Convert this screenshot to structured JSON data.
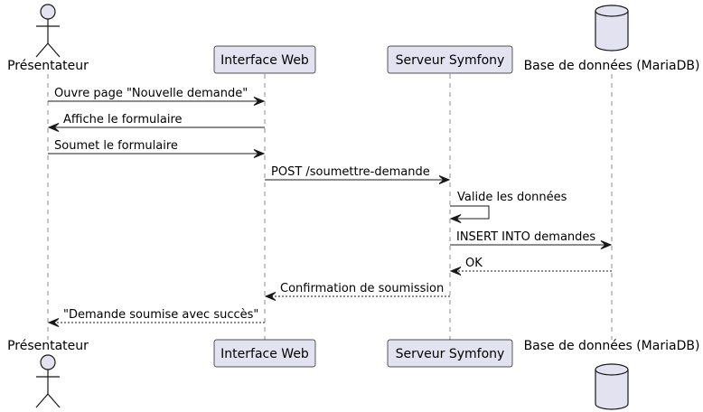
{
  "colors": {
    "participant_fill": "#E2E2F0",
    "participant_stroke": "#181818",
    "lifeline": "#181818",
    "arrow": "#181818",
    "background": "#FFFFFF"
  },
  "participants": [
    {
      "id": "p1",
      "kind": "actor",
      "icon": "actor-stick-figure-icon",
      "label": "Présentateur"
    },
    {
      "id": "p2",
      "kind": "box",
      "label": "Interface Web"
    },
    {
      "id": "p3",
      "kind": "box",
      "label": "Serveur Symfony"
    },
    {
      "id": "p4",
      "kind": "database",
      "icon": "database-cylinder-icon",
      "label": "Base de données (MariaDB)"
    }
  ],
  "messages": [
    {
      "from": "p1",
      "to": "p2",
      "style": "solid",
      "label": "Ouvre page \"Nouvelle demande\""
    },
    {
      "from": "p2",
      "to": "p1",
      "style": "solid",
      "label": "Affiche le formulaire"
    },
    {
      "from": "p1",
      "to": "p2",
      "style": "solid",
      "label": "Soumet le formulaire"
    },
    {
      "from": "p2",
      "to": "p3",
      "style": "solid",
      "label": "POST /soumettre-demande"
    },
    {
      "from": "p3",
      "to": "p3",
      "style": "solid",
      "label": "Valide les données"
    },
    {
      "from": "p3",
      "to": "p4",
      "style": "solid",
      "label": "INSERT INTO demandes"
    },
    {
      "from": "p4",
      "to": "p3",
      "style": "dashed",
      "label": "OK"
    },
    {
      "from": "p3",
      "to": "p2",
      "style": "dashed",
      "label": "Confirmation de soumission"
    },
    {
      "from": "p2",
      "to": "p1",
      "style": "dashed",
      "label": "\"Demande soumise avec succès\""
    }
  ]
}
